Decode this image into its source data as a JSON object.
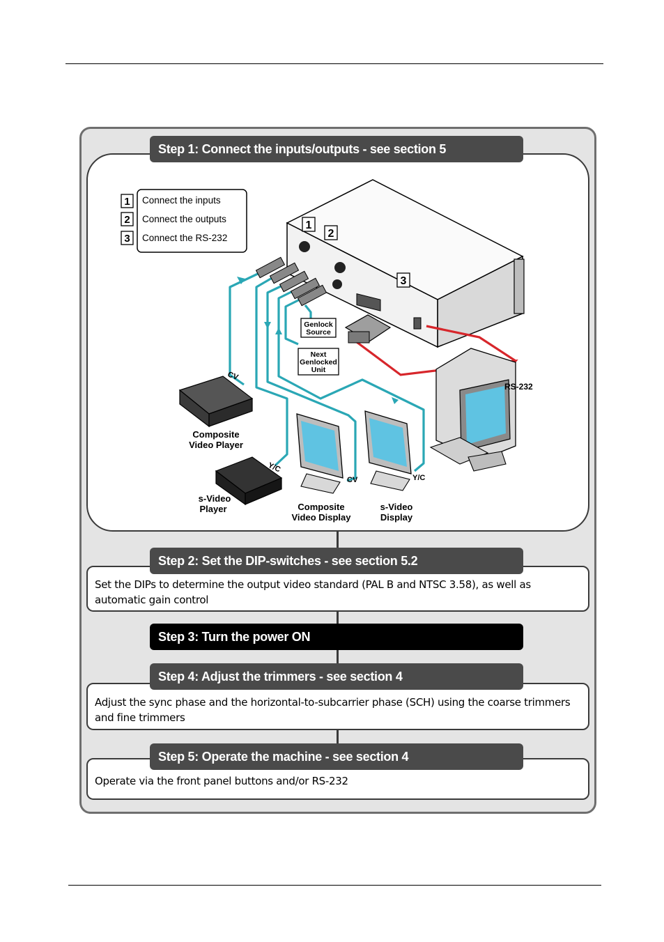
{
  "steps": [
    {
      "title": "Step 1: Connect the inputs/outputs - see section 5"
    },
    {
      "title": "Step 2: Set the DIP-switches - see section 5.2",
      "text": "Set the DIPs to determine the output video standard (PAL B and NTSC 3.58), as well as automatic gain control"
    },
    {
      "title": "Step 3: Turn the power ON"
    },
    {
      "title": "Step 4: Adjust the trimmers - see section 4",
      "text": "Adjust the sync phase and the horizontal-to-subcarrier phase (SCH) using the coarse trimmers and fine trimmers"
    },
    {
      "title": "Step 5: Operate the machine - see section 4",
      "text": "Operate via the front panel buttons and/or RS-232"
    }
  ],
  "diagram": {
    "legend": [
      {
        "num": "1",
        "text": "Connect the inputs"
      },
      {
        "num": "2",
        "text": "Connect the outputs"
      },
      {
        "num": "3",
        "text": "Connect the RS-232"
      }
    ],
    "callouts": {
      "one": "1",
      "two": "2",
      "three": "3"
    },
    "labels": {
      "genlock_1": "Genlock",
      "genlock_2": "Source",
      "next_1": "Next",
      "next_2": "Genlocked",
      "next_3": "Unit",
      "rs232": "RS-232",
      "cv_top": "CV",
      "yc_player": "Y/C",
      "cv_display": "CV",
      "yc_display": "Y/C",
      "comp_player_1": "Composite",
      "comp_player_2": "Video Player",
      "svideo_player_1": "s-Video",
      "svideo_player_2": "Player",
      "comp_display_1": "Composite",
      "comp_display_2": "Video Display",
      "svideo_display_1": "s-Video",
      "svideo_display_2": "Display"
    },
    "colors": {
      "cable": "#2aa7b5",
      "rs232": "#d7262b",
      "panel_border": "#3a3a3a"
    }
  }
}
